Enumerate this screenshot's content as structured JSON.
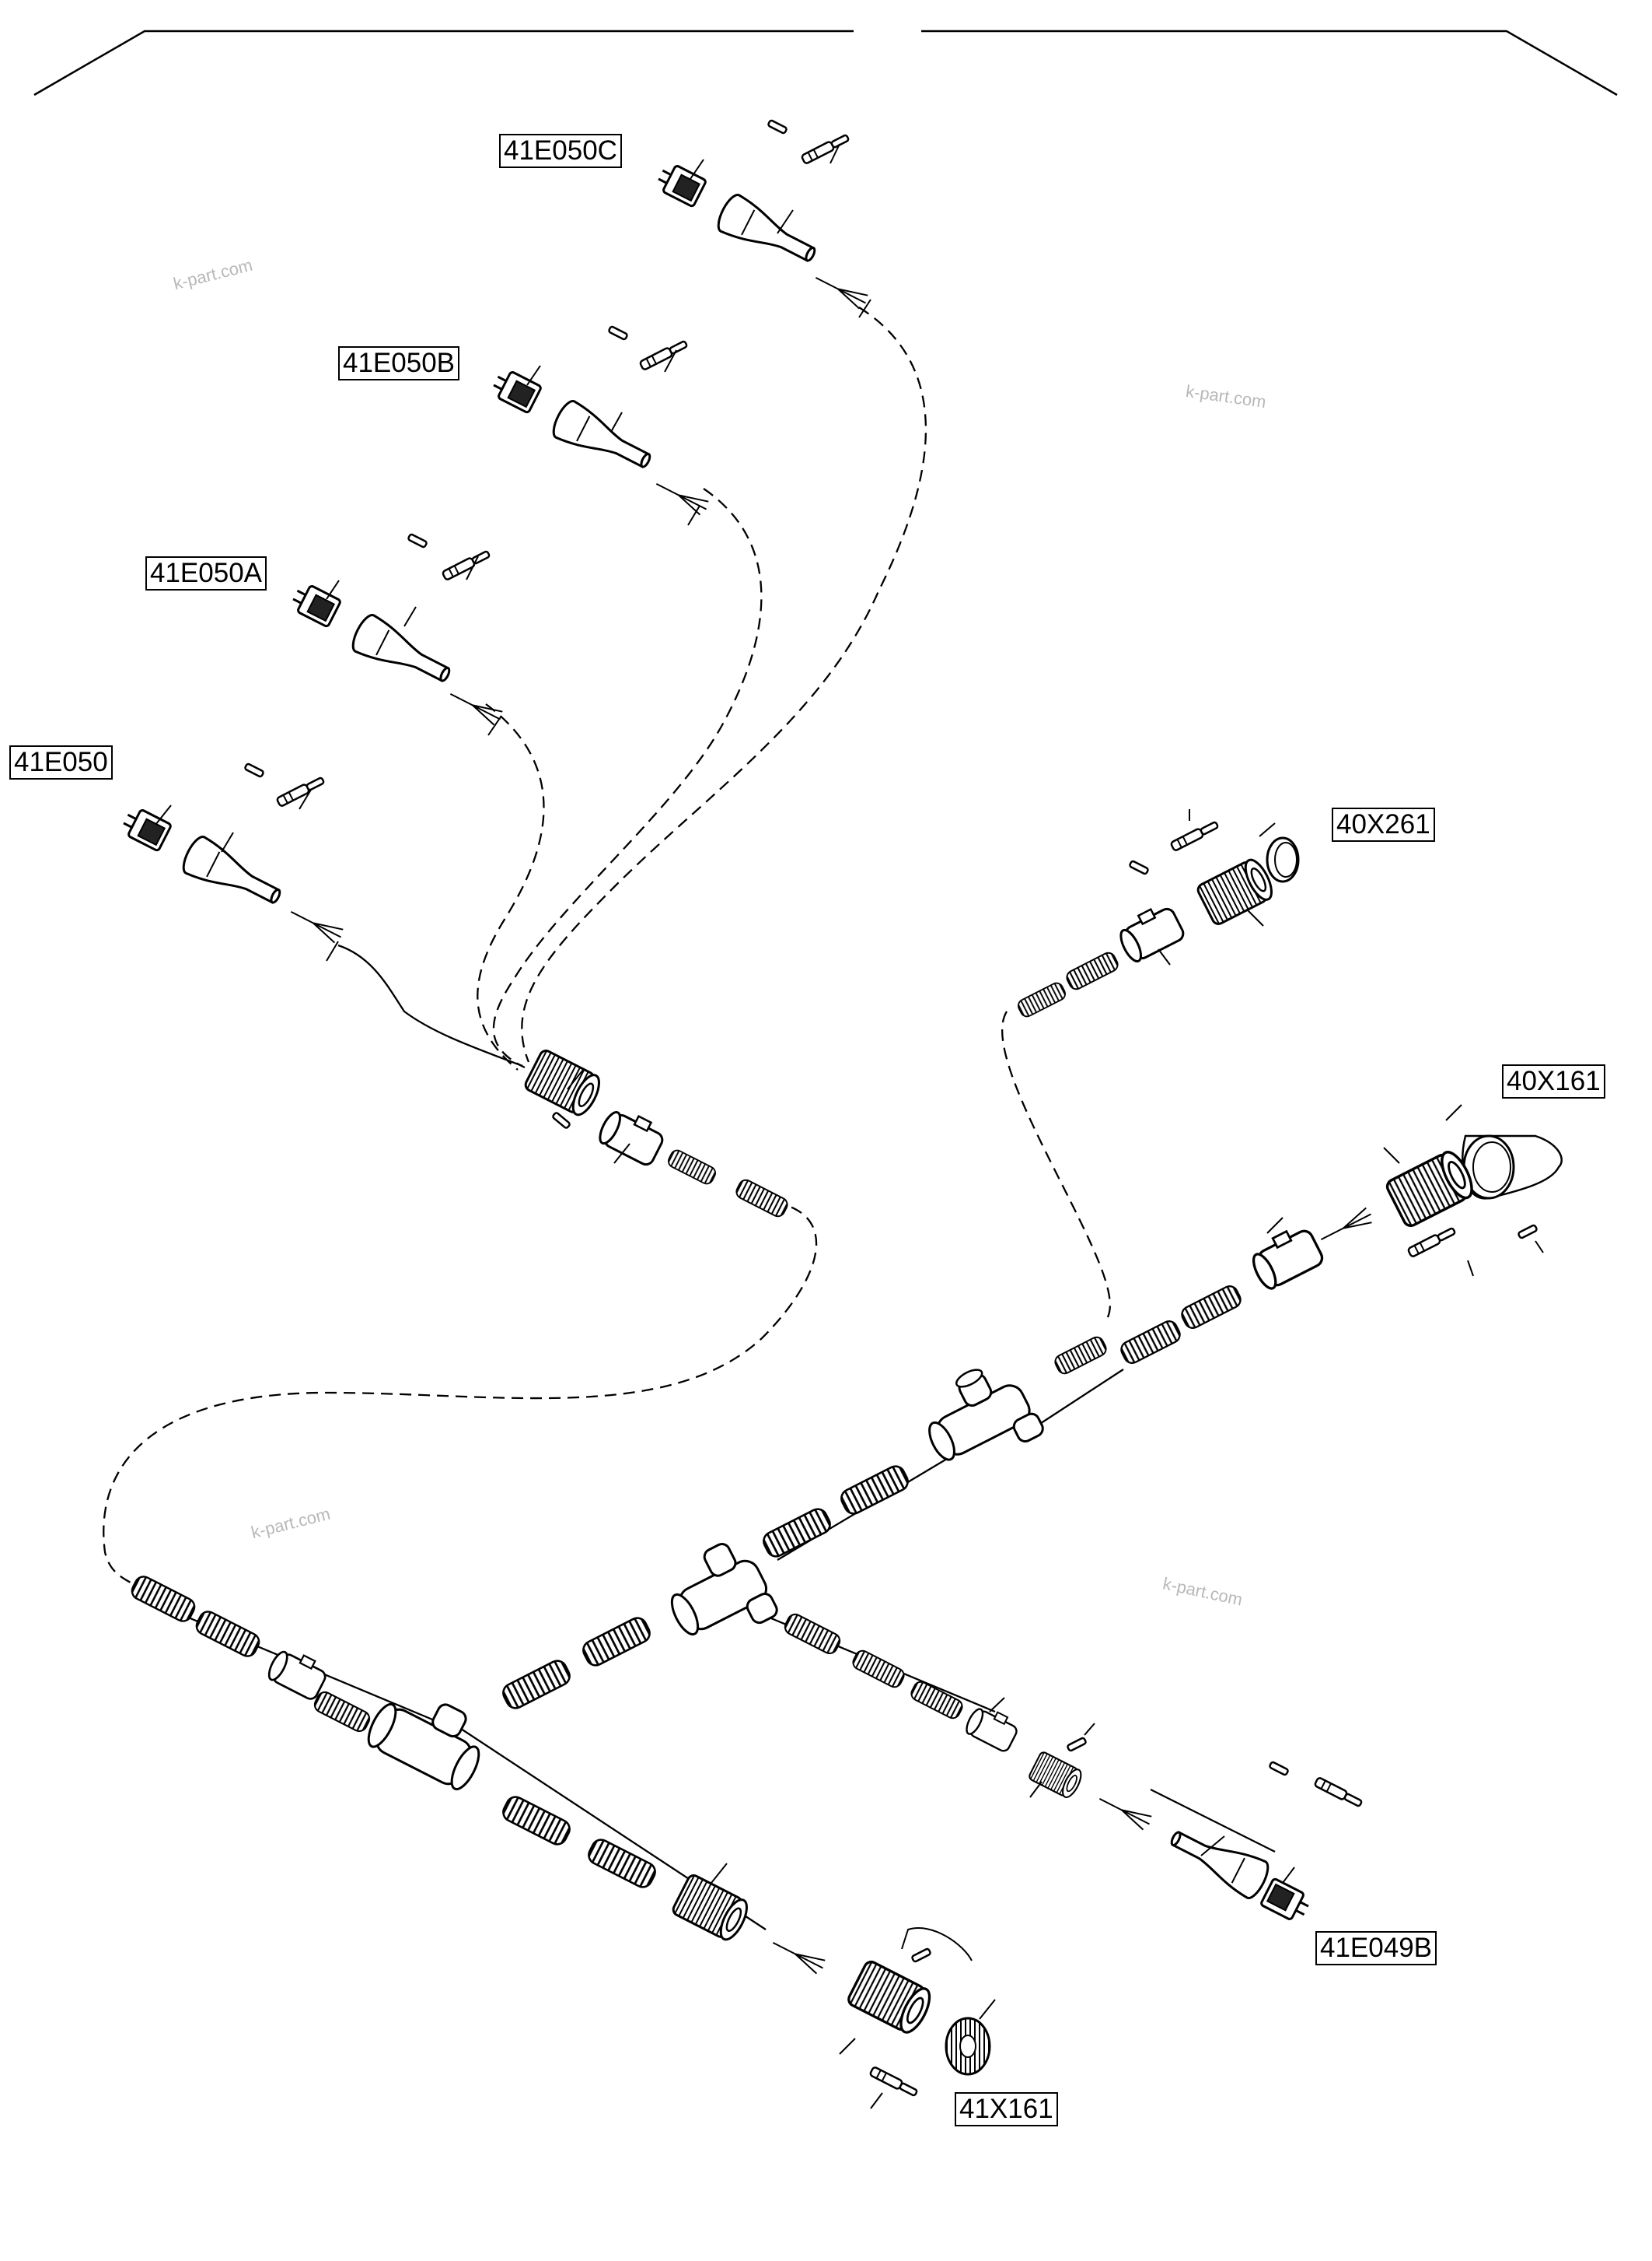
{
  "connector_labels": {
    "c41e050c": "41E050C",
    "c41e050b": "41E050B",
    "c41e050a": "41E050A",
    "c41e050": "41E050",
    "c40x261": "40X261",
    "c40x161": "40X161",
    "c41e049b": "41E049B",
    "c41x161": "41X161"
  },
  "watermark": "k-part.com",
  "colors": {
    "line": "#000000",
    "background": "#ffffff",
    "watermark": "#b8b8b8"
  }
}
